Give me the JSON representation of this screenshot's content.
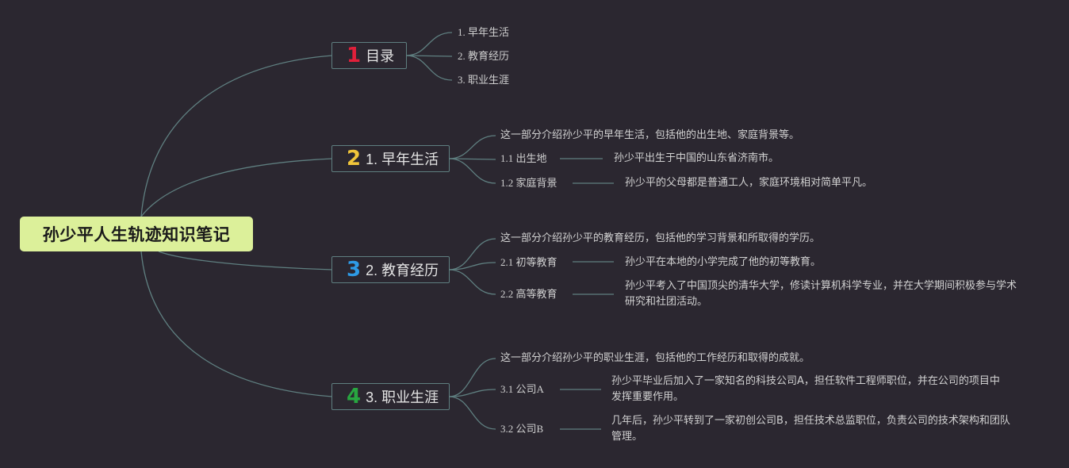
{
  "colors": {
    "background": "#2b2730",
    "root_fill": "#dcf09a",
    "connector": "#5f7f80",
    "num1": "#e0203a",
    "num2": "#f0c53a",
    "num3": "#2e9be6",
    "num4": "#28a640"
  },
  "root": {
    "title": "孙少平人生轨迹知识笔记"
  },
  "branches": [
    {
      "num": "1",
      "label": "目录",
      "num_color_key": "num1",
      "items": [
        "1. 早年生活",
        "2. 教育经历",
        "3. 职业生涯"
      ]
    },
    {
      "num": "2",
      "label": "1. 早年生活",
      "num_color_key": "num2",
      "intro": "这一部分介绍孙少平的早年生活，包括他的出生地、家庭背景等。",
      "subs": [
        {
          "label": "1.1 出生地",
          "detail": "孙少平出生于中国的山东省济南市。"
        },
        {
          "label": "1.2 家庭背景",
          "detail": "孙少平的父母都是普通工人，家庭环境相对简单平凡。"
        }
      ]
    },
    {
      "num": "3",
      "label": "2. 教育经历",
      "num_color_key": "num3",
      "intro": "这一部分介绍孙少平的教育经历，包括他的学习背景和所取得的学历。",
      "subs": [
        {
          "label": "2.1 初等教育",
          "detail": "孙少平在本地的小学完成了他的初等教育。"
        },
        {
          "label": "2.2 高等教育",
          "detail": "孙少平考入了中国顶尖的清华大学，修读计算机科学专业，并在大学期间积极参与学术研究和社团活动。"
        }
      ]
    },
    {
      "num": "4",
      "label": "3. 职业生涯",
      "num_color_key": "num4",
      "intro": "这一部分介绍孙少平的职业生涯，包括他的工作经历和取得的成就。",
      "subs": [
        {
          "label": "3.1 公司A",
          "detail": "孙少平毕业后加入了一家知名的科技公司A，担任软件工程师职位，并在公司的项目中发挥重要作用。"
        },
        {
          "label": "3.2 公司B",
          "detail": "几年后，孙少平转到了一家初创公司B，担任技术总监职位，负责公司的技术架构和团队管理。"
        }
      ]
    }
  ]
}
